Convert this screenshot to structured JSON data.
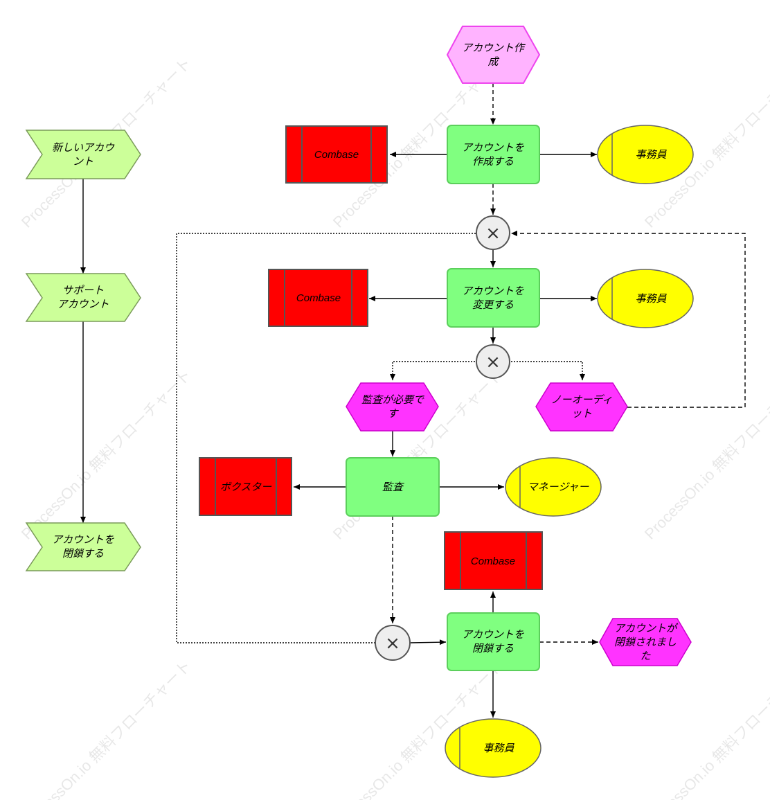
{
  "watermark": "ProcessOn.io 無料フローチャート",
  "left_chain": {
    "new_account": [
      "新しいアカウ",
      "ント"
    ],
    "support_account": [
      "サポート",
      "アカウント"
    ],
    "close_account": [
      "アカウントを",
      "閉鎖する"
    ]
  },
  "events": {
    "create_account": [
      "アカウント作",
      "成"
    ],
    "audit_required": [
      "監査が必要で",
      "す"
    ],
    "no_audit": [
      "ノーオーディ",
      "ット"
    ],
    "account_closed": [
      "アカウントが",
      "閉鎖されまし",
      "た"
    ]
  },
  "functions": {
    "create": [
      "アカウントを",
      "作成する"
    ],
    "change": [
      "アカウントを",
      "変更する"
    ],
    "audit": [
      "監査"
    ],
    "close": [
      "アカウントを",
      "閉鎖する"
    ]
  },
  "systems": {
    "combase_1": "Combase",
    "combase_2": "Combase",
    "boxter": "ボクスター",
    "combase_3": "Combase"
  },
  "roles": {
    "clerk_1": "事務員",
    "clerk_2": "事務員",
    "manager": "マネージャー",
    "clerk_3": "事務員"
  },
  "gateway_symbol": "×",
  "colors": {
    "event_light": "#ffb3ff",
    "event": "#ff33ff",
    "function": "#80ff80",
    "function_border": "#5ccf5c",
    "system": "#ff0000",
    "role": "#ffff00",
    "chevron": "#ccff99",
    "gateway_fill": "#eeeeee"
  }
}
